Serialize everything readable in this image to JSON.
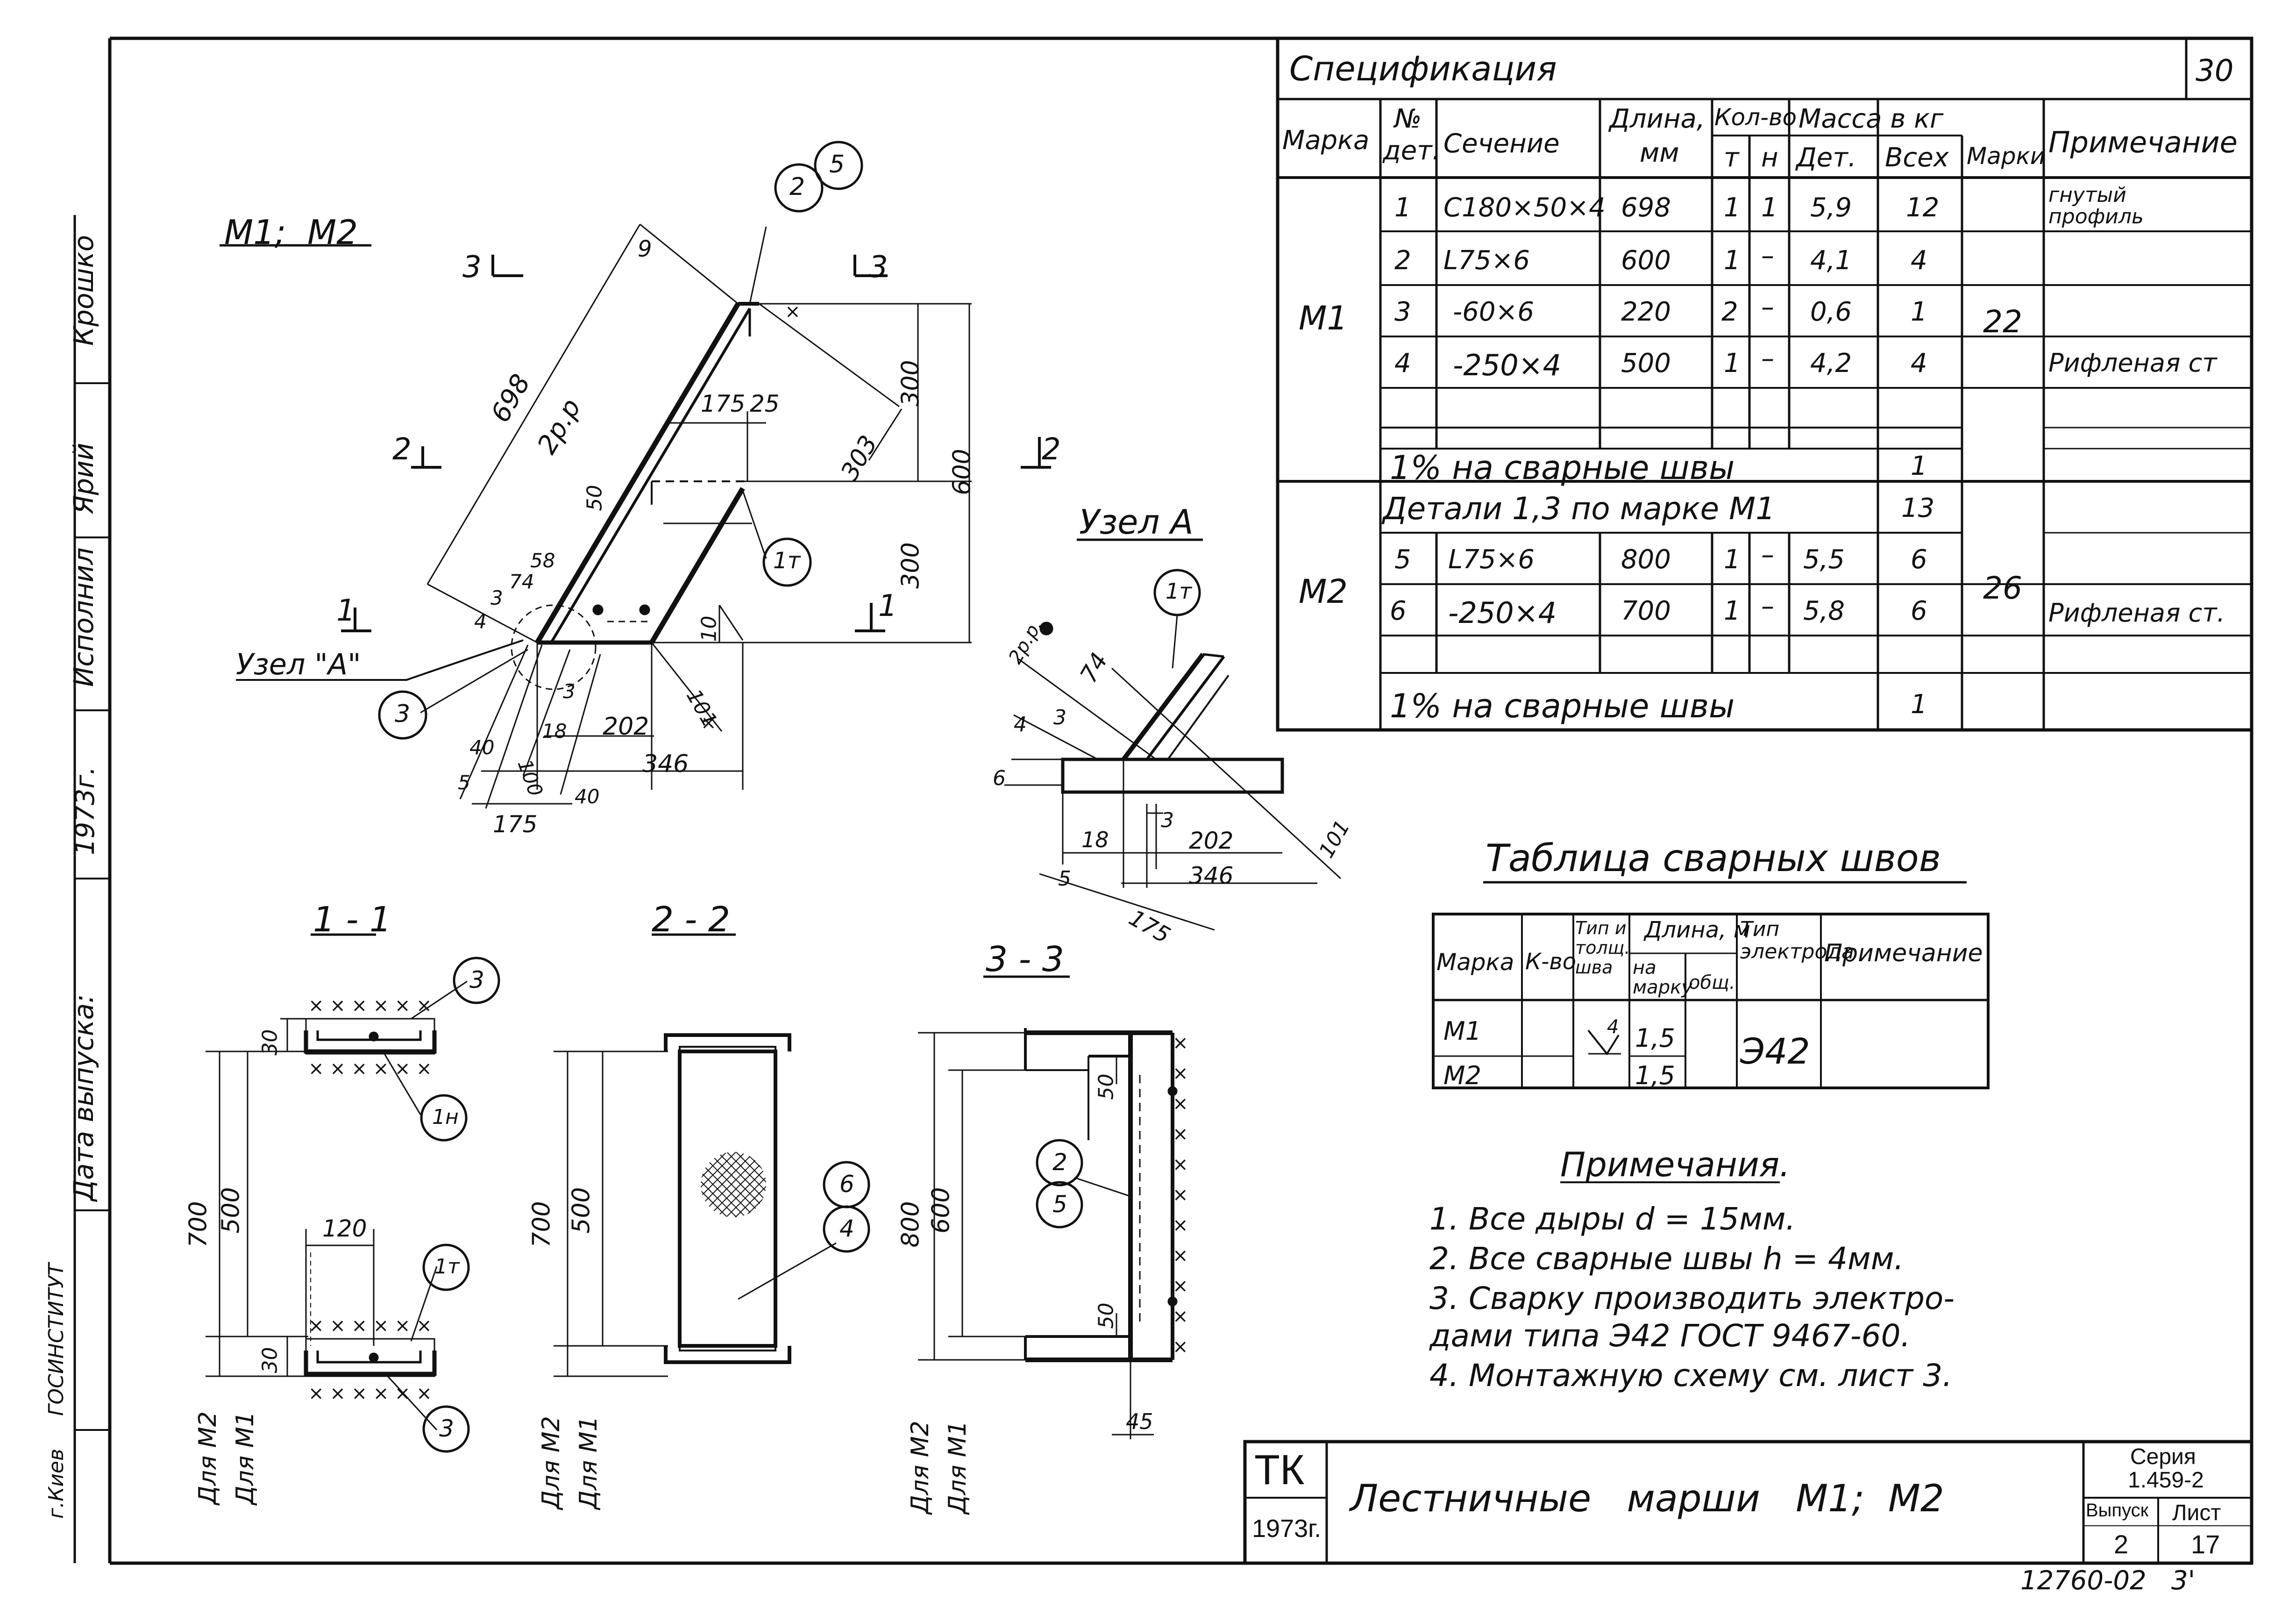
{
  "sheet_number": "30",
  "drawing_title": "M1;  M2",
  "side_stamp": {
    "surname1": "Крошко",
    "signature": "Ярий",
    "role": "Исполнил",
    "year": "1973г.",
    "date_label": "Дата выпуска:",
    "org": "ГОСИНСТИТУТ",
    "city": "г.Киев"
  },
  "spec": {
    "title": "Спецификация",
    "headers": {
      "mark": "Марка",
      "no": "№",
      "det": "дет.",
      "section": "Сечение",
      "length": "Длина,",
      "length_unit": "мм",
      "qty": "Кол-во",
      "t": "т",
      "n": "н",
      "mass": "Масса в кг",
      "mass_det": "Дет.",
      "mass_all": "Всех",
      "mass_mark": "Марки",
      "note": "Примечание"
    },
    "m1_label": "М1",
    "m2_label": "М2",
    "m1_total": "22",
    "m2_total": "26",
    "rows_m1": [
      {
        "no": "1",
        "section": "С180×50×4",
        "length": "698",
        "t": "1",
        "n": "1",
        "det": "5,9",
        "all": "12",
        "note": "гнутый профиль"
      },
      {
        "no": "2",
        "section": "L75×6",
        "length": "600",
        "t": "1",
        "n": "–",
        "det": "4,1",
        "all": "4",
        "note": ""
      },
      {
        "no": "3",
        "section": "-60×6",
        "length": "220",
        "t": "2",
        "n": "–",
        "det": "0,6",
        "all": "1",
        "note": ""
      },
      {
        "no": "4",
        "section": "-250×4",
        "length": "500",
        "t": "1",
        "n": "–",
        "det": "4,2",
        "all": "4",
        "note": "Рифленая ст"
      }
    ],
    "welds_m1": {
      "text": "1% на сварные швы",
      "all": "1"
    },
    "m2_details": {
      "text": "Детали 1,3 по марке М1",
      "all": "13"
    },
    "rows_m2": [
      {
        "no": "5",
        "section": "L75×6",
        "length": "800",
        "t": "1",
        "n": "–",
        "det": "5,5",
        "all": "6",
        "note": ""
      },
      {
        "no": "6",
        "section": "-250×4",
        "length": "700",
        "t": "1",
        "n": "–",
        "det": "5,8",
        "all": "6",
        "note": "Рифленая ст."
      }
    ],
    "welds_m2": {
      "text": "1% на сварные швы",
      "all": "1"
    }
  },
  "weld_table": {
    "title": "Таблица сварных швов",
    "headers": {
      "mark": "Марка",
      "count": "К-во",
      "type": "Тип и толщ. шва",
      "length": "Длина, м",
      "per_mark": "на марку",
      "total": "общ.",
      "electrode": "Тип электрода",
      "note": "Примечание"
    },
    "rows": [
      {
        "mark": "М1",
        "length": "1,5"
      },
      {
        "mark": "М2",
        "length": "1,5"
      }
    ],
    "weld_symbol": "4",
    "electrode": "Э42"
  },
  "notes": {
    "title": "Примечания.",
    "items": [
      "1.  Все дыры   d = 15мм.",
      "2.  Все сварные   швы  h = 4мм.",
      "3.  Сварку производить электро-",
      "      дами  типа  Э42  ГОСТ 9467-60.",
      "4.  Монтажную  схему  см. лист 3."
    ]
  },
  "title_block": {
    "org": "ТК",
    "year": "1973г.",
    "title": "Лестничные   марши   М1;  М2",
    "series_label": "Серия",
    "series": "1.459-2",
    "issue_label": "Выпуск",
    "issue": "2",
    "sheet_label": "Лист",
    "sheet": "17"
  },
  "footer_code": "12760-02   3'",
  "main_view": {
    "dims": [
      "698",
      "2р.р",
      "9",
      "175",
      "25",
      "303",
      "300",
      "600",
      "300",
      "50",
      "10",
      "101",
      "346",
      "202",
      "175",
      "100",
      "40",
      "40",
      "18",
      "5",
      "3",
      "4",
      "3",
      "74",
      "58"
    ],
    "cut_marks": [
      "3",
      "3",
      "2",
      "2",
      "1",
      "1"
    ],
    "node_label": "Узел \"А\"",
    "callouts": [
      "2",
      "5",
      "1т",
      "3"
    ]
  },
  "node_a": {
    "title": "Узел А",
    "dims": [
      "1т",
      "74",
      "2р.р.",
      "4",
      "3",
      "6",
      "3",
      "18",
      "202",
      "346",
      "5",
      "175",
      "101"
    ]
  },
  "sections": {
    "s11": {
      "title": "1 - 1",
      "dims": [
        "30",
        "700",
        "500",
        "120",
        "30"
      ],
      "labels": [
        "Для М2",
        "Для М1"
      ],
      "callouts": [
        "3",
        "1н",
        "1т",
        "3"
      ]
    },
    "s22": {
      "title": "2 - 2",
      "dims": [
        "700",
        "500"
      ],
      "labels": [
        "Для М2",
        "Для М1"
      ],
      "callouts": [
        "6",
        "4"
      ]
    },
    "s33": {
      "title": "3 - 3",
      "dims": [
        "800",
        "600",
        "50",
        "50",
        "45"
      ],
      "labels": [
        "Для М2",
        "Для М1"
      ],
      "callouts": [
        "2",
        "5"
      ]
    }
  }
}
